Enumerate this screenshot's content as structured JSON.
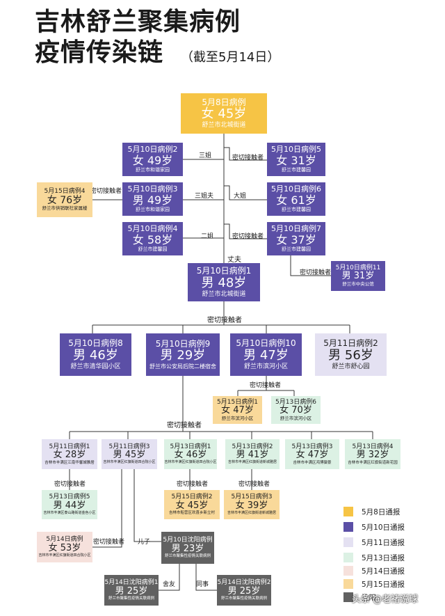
{
  "title_line1": "吉林舒兰聚集病例",
  "title_line2": "疫情传染链",
  "subtitle": "（截至5月14日）",
  "colors": {
    "may8": "#f6c445",
    "may10": "#5b4fa6",
    "may11": "#e4e1f2",
    "may13": "#dcf1e4",
    "may14": "#f6e1dc",
    "may15": "#f9d99a",
    "shenyang": "#616161"
  },
  "nodes": {
    "index": {
      "case": "5月8日病例",
      "person": "女 45岁",
      "loc": "舒兰市北城街道"
    },
    "c510_2": {
      "case": "5月10日病例2",
      "person": "女 49岁",
      "loc": "舒兰市和谐家园"
    },
    "c510_3": {
      "case": "5月10日病例3",
      "person": "男 49岁",
      "loc": "舒兰市和谐家园"
    },
    "c510_4": {
      "case": "5月10日病例4",
      "person": "女 58岁",
      "loc": "舒兰市建馨园"
    },
    "c510_5": {
      "case": "5月10日病例5",
      "person": "女 31岁",
      "loc": "舒兰市建馨园"
    },
    "c510_6": {
      "case": "5月10日病例6",
      "person": "女 61岁",
      "loc": "舒兰市建馨园"
    },
    "c510_7": {
      "case": "5月10日病例7",
      "person": "女 37岁",
      "loc": "舒兰市建馨园"
    },
    "c515_4": {
      "case": "5月15日病例4",
      "person": "女 76岁",
      "loc": "舒兰市供销联社家属楼"
    },
    "c510_11": {
      "case": "5月10日病例11",
      "person": "男 31岁",
      "loc": "舒兰市中央公馆"
    },
    "c510_1": {
      "case": "5月10日病例1",
      "person": "男 48岁",
      "loc": "舒兰市北城街道"
    },
    "c510_8": {
      "case": "5月10日病例8",
      "person": "男 46岁",
      "loc": "舒兰市清华园小区"
    },
    "c510_9": {
      "case": "5月10日病例9",
      "person": "男 29岁",
      "loc": "舒兰市公安局后院二楼宿舍"
    },
    "c510_10": {
      "case": "5月10日病例10",
      "person": "男 47岁",
      "loc": "舒兰市滨河小区"
    },
    "c511_2": {
      "case": "5月11日病例2",
      "person": "男 56岁",
      "loc": "舒兰市舒心园"
    },
    "c515_1": {
      "case": "5月15日病例1",
      "person": "女 47岁",
      "loc": "舒兰市滨河小区"
    },
    "c513_6": {
      "case": "5月13日病例6",
      "person": "女 70岁",
      "loc": "舒兰市滨河小区"
    },
    "c511_1": {
      "case": "5月11日病例1",
      "person": "女 28岁",
      "loc": "吉林市丰满区江南华馨城雅居"
    },
    "c511_3": {
      "case": "5月11日病例3",
      "person": "男 45岁",
      "loc": "吉林市丰满区红旗街道四合院小区"
    },
    "c513_1": {
      "case": "5月13日病例1",
      "person": "女 46岁",
      "loc": "吉林市丰满区红旗街道四合院小区"
    },
    "c513_2": {
      "case": "5月13日病例2",
      "person": "男 41岁",
      "loc": "吉林市丰满区红旗街道新城雅居"
    },
    "c513_3": {
      "case": "5月13日病例3",
      "person": "女 47岁",
      "loc": "吉林市丰满区鸿博御景"
    },
    "c513_4": {
      "case": "5月13日病例4",
      "person": "男 32岁",
      "loc": "吉林市丰满区红旗街道新花园"
    },
    "c513_5": {
      "case": "5月13日病例5",
      "person": "男 44岁",
      "loc": "吉林市丰满区泰山路街道金色小区"
    },
    "c515_2": {
      "case": "5月15日病例2",
      "person": "女 45岁",
      "loc": "吉林市船营区欢喜乡新立村"
    },
    "c515_3": {
      "case": "5月15日病例3",
      "person": "女 39岁",
      "loc": "吉林市丰满区红旗街道新城雅居"
    },
    "c514_1": {
      "case": "5月14日病例",
      "person": "女 53岁",
      "loc": "吉林市丰满区红旗街道四合院小区"
    },
    "sy_1": {
      "case": "5月10日沈阳病例",
      "person": "男 23岁",
      "loc": "舒兰市聚集性疫情关联病例"
    },
    "sy_2": {
      "case": "5月14日沈阳病例1",
      "person": "男 25岁",
      "loc": "舒兰市聚集性疫情关联病例"
    },
    "sy_3": {
      "case": "5月14日沈阳病例2",
      "person": "男 25岁",
      "loc": "舒兰市聚集性疫情关联病例"
    }
  },
  "relations": {
    "sanjie": "三姐",
    "sanjiefu": "三姐夫",
    "erjie": "二姐",
    "miqie_5": "密切接触者",
    "dajie": "大姐",
    "miqie_7": "密切接触者",
    "miqie_15_4": "密切接触者",
    "miqie_11": "密切接触者",
    "zhangfu": "丈夫",
    "miqie_l1": "密切接触者",
    "miqie_l10": "密切接触者",
    "miqie_l9": "密切接触者",
    "miqie_511_1": "密切接触者",
    "miqie_513_1": "密切接触者",
    "miqie_513_2": "密切接触者",
    "miqie_514": "密切接触者",
    "erzi": "儿子",
    "sheyou": "舍友",
    "tongshi": "同事"
  },
  "legend": [
    {
      "label": "5月8日通报",
      "color": "#f6c445"
    },
    {
      "label": "5月10日通报",
      "color": "#5b4fa6"
    },
    {
      "label": "5月11日通报",
      "color": "#e4e1f2"
    },
    {
      "label": "5月13日通报",
      "color": "#dcf1e4"
    },
    {
      "label": "5月14日通报",
      "color": "#f6e1dc"
    },
    {
      "label": "5月15日通报",
      "color": "#f9d99a"
    },
    {
      "label": "沈阳",
      "color": "#616161"
    }
  ],
  "watermark": "头条 @老褚说球"
}
